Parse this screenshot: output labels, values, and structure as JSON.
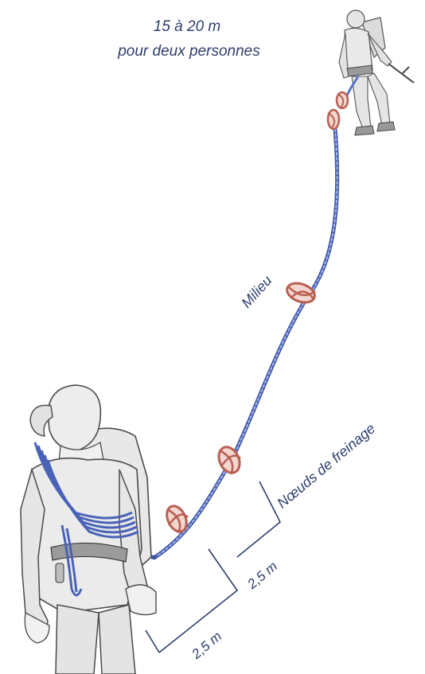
{
  "title": {
    "line1": "15 à 20 m",
    "line2": "pour deux personnes"
  },
  "labels": {
    "middle": "Milieu",
    "braking_knots": "Nœuds de freinage",
    "distance_upper": "2,5 m",
    "distance_lower": "2,5 m"
  },
  "colors": {
    "text": "#2d3f6e",
    "rope": "#5a74c8",
    "knot": "#c8786a",
    "figure_fill": "#ececec",
    "figure_stroke": "#555555",
    "dimension_line": "#2d3f6e"
  }
}
